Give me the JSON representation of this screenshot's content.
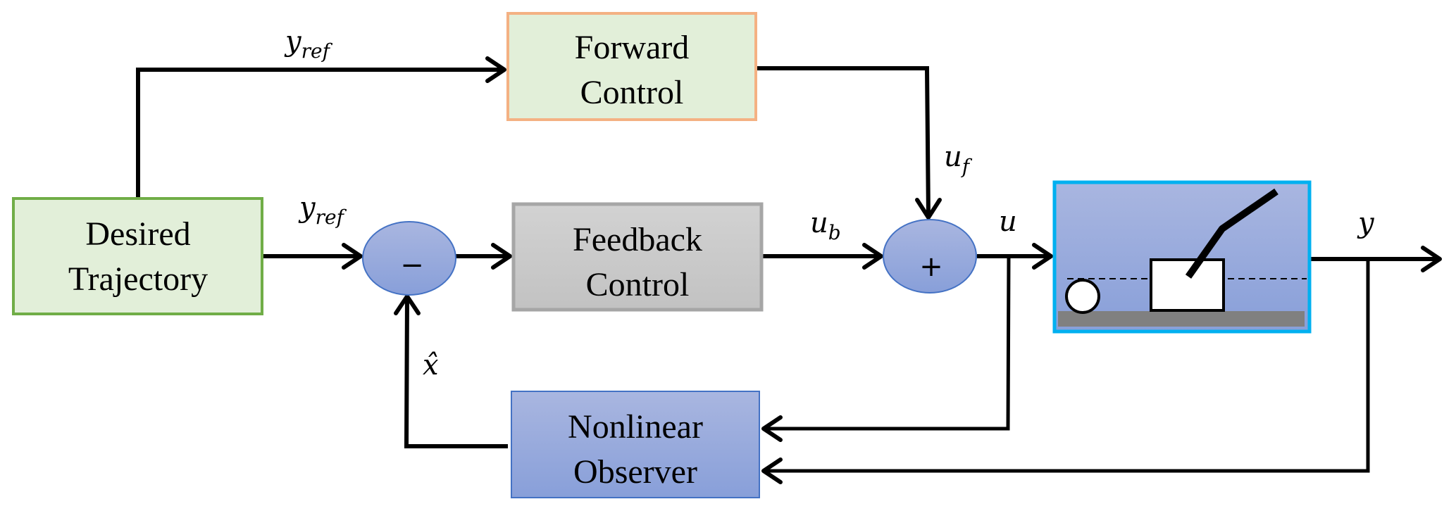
{
  "diagram": {
    "blocks": {
      "desired_trajectory": {
        "line1": "Desired",
        "line2": "Trajectory"
      },
      "forward_control": {
        "line1": "Forward",
        "line2": "Control"
      },
      "feedback_control": {
        "line1": "Feedback",
        "line2": "Control"
      },
      "nonlinear_observer": {
        "line1": "Nonlinear",
        "line2": "Observer"
      },
      "plant": {
        "description": "cart-pendulum system"
      }
    },
    "junctions": {
      "difference": {
        "symbol": "−"
      },
      "sum": {
        "symbol": "+"
      }
    },
    "signals": {
      "yref_top": {
        "base": "y",
        "sub": "ref"
      },
      "yref_main": {
        "base": "y",
        "sub": "ref"
      },
      "uf": {
        "base": "u",
        "sub": "f"
      },
      "ub": {
        "base": "u",
        "sub": "b"
      },
      "u": {
        "base": "u"
      },
      "y": {
        "base": "y"
      },
      "xhat": {
        "base": "x̂"
      }
    },
    "colors": {
      "desired_fill": "#e2efd9",
      "desired_border": "#70ad47",
      "forward_fill": "#e2efd9",
      "forward_border": "#f4b183",
      "feedback_fill": "#c8c8c8",
      "feedback_border": "#a6a6a6",
      "observer_border": "#4472c4",
      "junction_border": "#4472c4",
      "blue_gradient_top": "#a9b6e0",
      "blue_gradient_bottom": "#8aa2db",
      "plant_border": "#00b0f0",
      "ground": "#808080"
    }
  }
}
